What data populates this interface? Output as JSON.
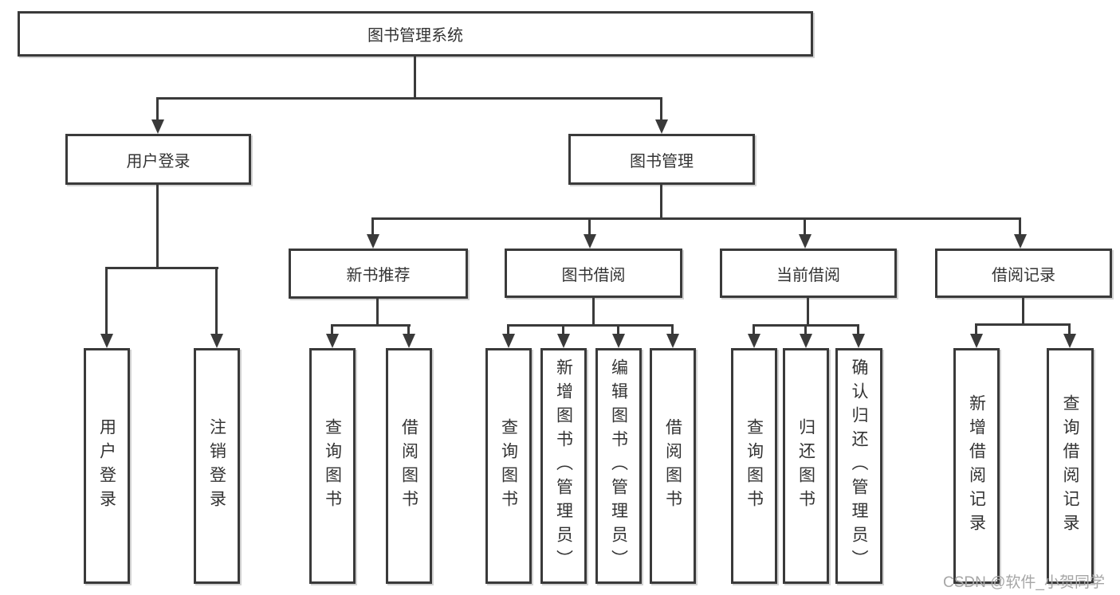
{
  "title": {
    "label": "图书管理系统"
  },
  "level1": {
    "user_login": "用户登录",
    "book_mgmt": "图书管理"
  },
  "level2": {
    "new_books": "新书推荐",
    "book_borrow": "图书借阅",
    "current_borrow": "当前借阅",
    "borrow_records": "借阅记录"
  },
  "leaves": {
    "login": "用户登录",
    "logout": "注销登录",
    "nb_query": "查询图书",
    "nb_borrow": "借阅图书",
    "bb_query": "查询图书",
    "bb_add": "新增图书（管理员）",
    "bb_edit": "编辑图书（管理员）",
    "bb_borrow": "借阅图书",
    "cb_query": "查询图书",
    "cb_return": "归还图书",
    "cb_confirm": "确认归还（管理员）",
    "br_add": "新增借阅记录",
    "br_query": "查询借阅记录"
  },
  "watermark": "CSDN @软件_小贺同学",
  "colors": {
    "line": "#3a3a3a",
    "text": "#333333",
    "watermark": "#a6a6a6",
    "background": "#ffffff"
  }
}
